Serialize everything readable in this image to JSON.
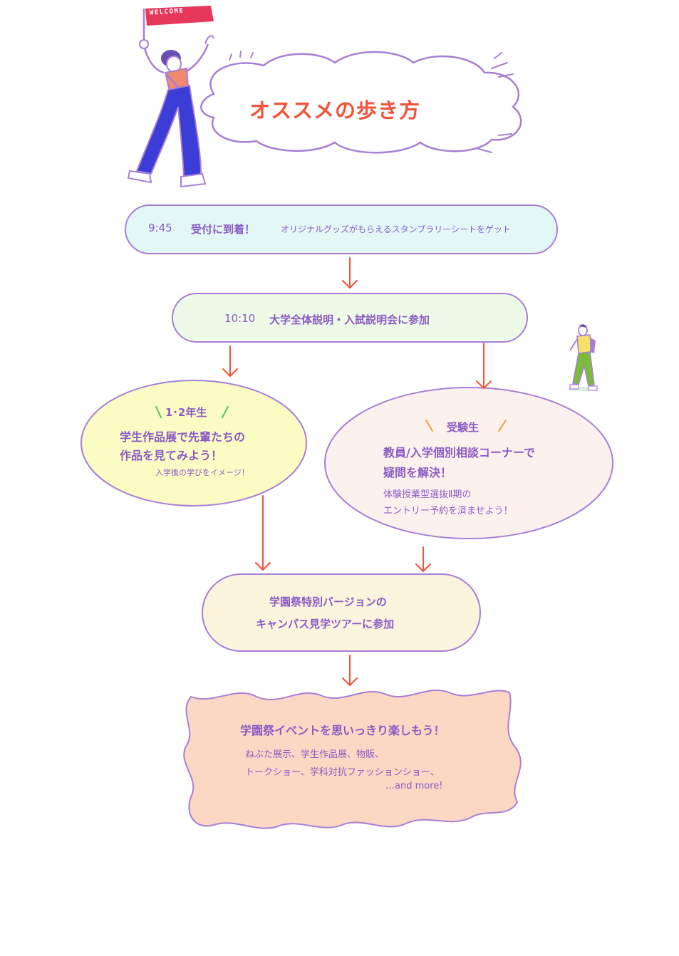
{
  "title": "オススメの歩き方",
  "flag_text": "WELCOME",
  "step1": {
    "time": "9:45",
    "heading": "受付に到着！",
    "note": "オリジナルグッズがもらえるスタンプラリーシートをゲット"
  },
  "step2": {
    "time": "10:10",
    "heading": "大学全体説明・入試説明会に参加"
  },
  "grade12": {
    "label": "1･2年生",
    "main_line1": "学生作品展で先輩たちの",
    "main_line2": "作品を見てみよう！",
    "sub": "入学後の学びをイメージ！"
  },
  "examinee": {
    "label": "受験生",
    "main_line1": "教員/入学個別相談コーナーで",
    "main_line2": "疑問を解決！",
    "sub_line1": "体験授業型選抜Ⅱ期の",
    "sub_line2": "エントリー予約を済ませよう！"
  },
  "tour": {
    "line1": "学園祭特別バージョンの",
    "line2": "キャンパス見学ツアーに参加"
  },
  "festival": {
    "heading": "学園祭イベントを思いっきり楽しもう！",
    "line1": "ねぶた展示、学生作品展、物販、",
    "line2": "トークショー、学科対抗ファッションショー、",
    "line3": "…and more!"
  },
  "colors": {
    "accent_red": "#f0543a",
    "outline_purple": "#a77fd6",
    "text_purple": "#8a5bc4",
    "step1_fill": "#e3f7f7",
    "step2_fill": "#eefae8",
    "grade12_fill": "#fafcc4",
    "examinee_fill": "#fdf1ee",
    "tour_fill": "#fcf4dd",
    "festival_fill": "#fcd8c4"
  }
}
